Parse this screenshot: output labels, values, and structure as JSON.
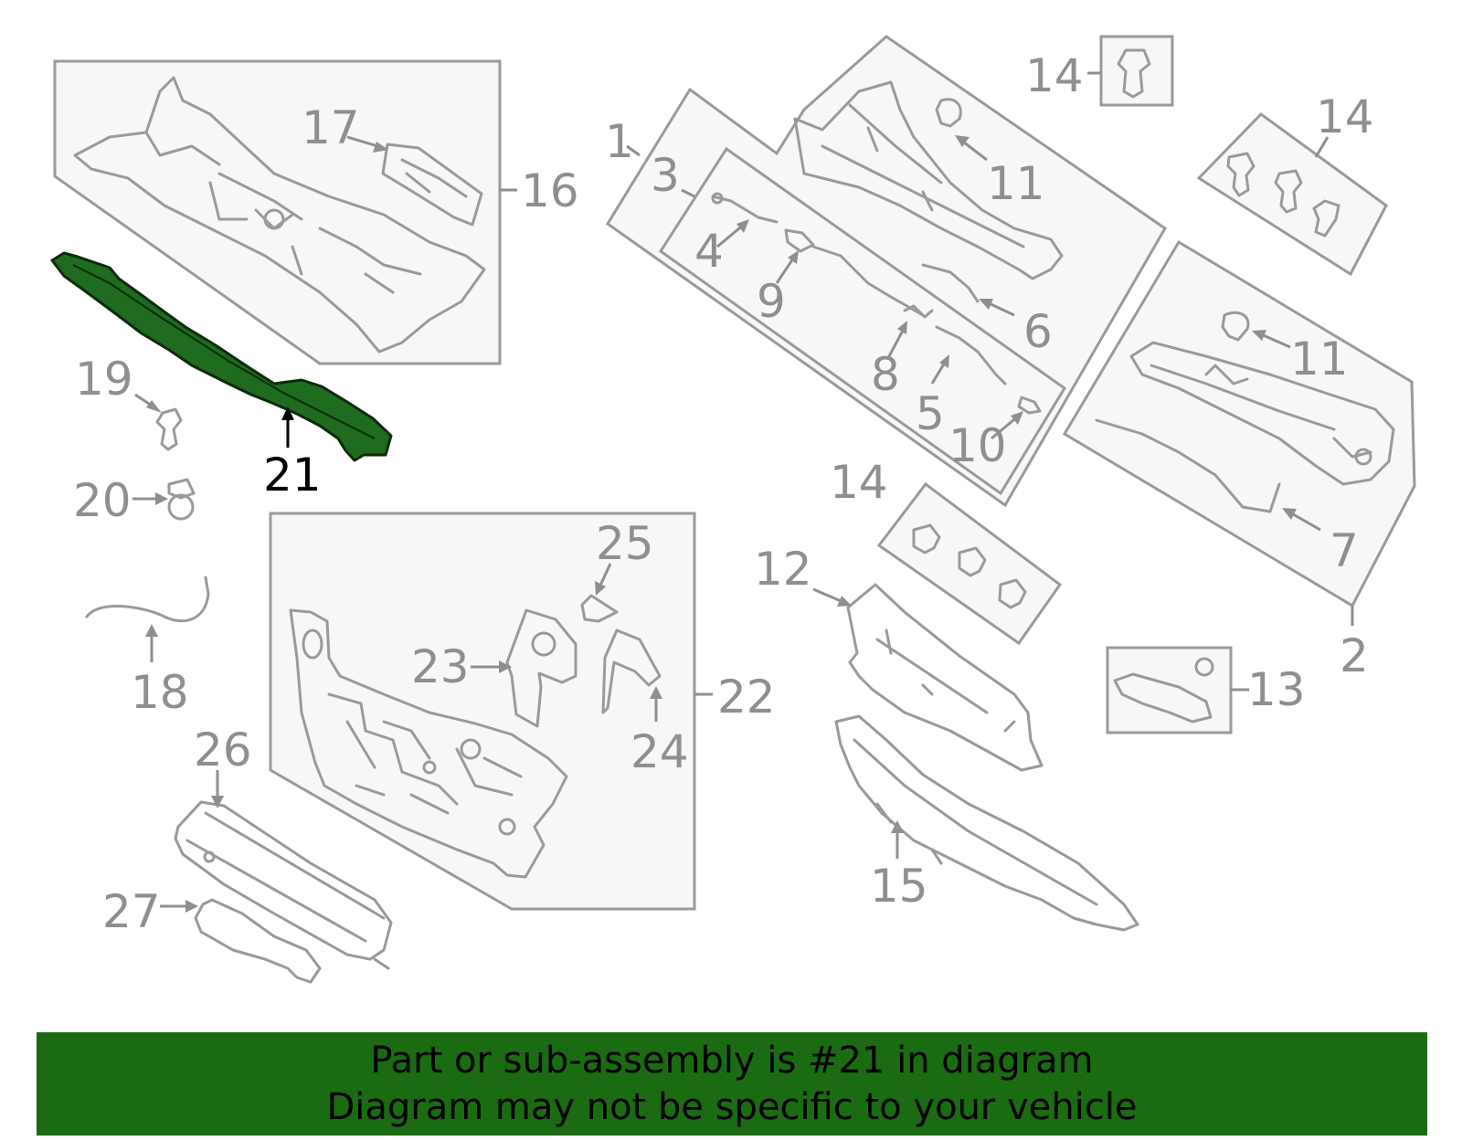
{
  "diagram": {
    "highlight_color": "#1b6b12",
    "highlighted_part": "21",
    "callouts": [
      "1",
      "2",
      "3",
      "4",
      "5",
      "6",
      "7",
      "8",
      "9",
      "10",
      "11",
      "11",
      "12",
      "13",
      "14",
      "14",
      "14",
      "15",
      "16",
      "17",
      "18",
      "19",
      "20",
      "21",
      "22",
      "23",
      "24",
      "25",
      "26",
      "27"
    ]
  },
  "banner": {
    "line1": "Part or sub-assembly is #21 in diagram",
    "line2": "Diagram may not be specific to your vehicle"
  }
}
